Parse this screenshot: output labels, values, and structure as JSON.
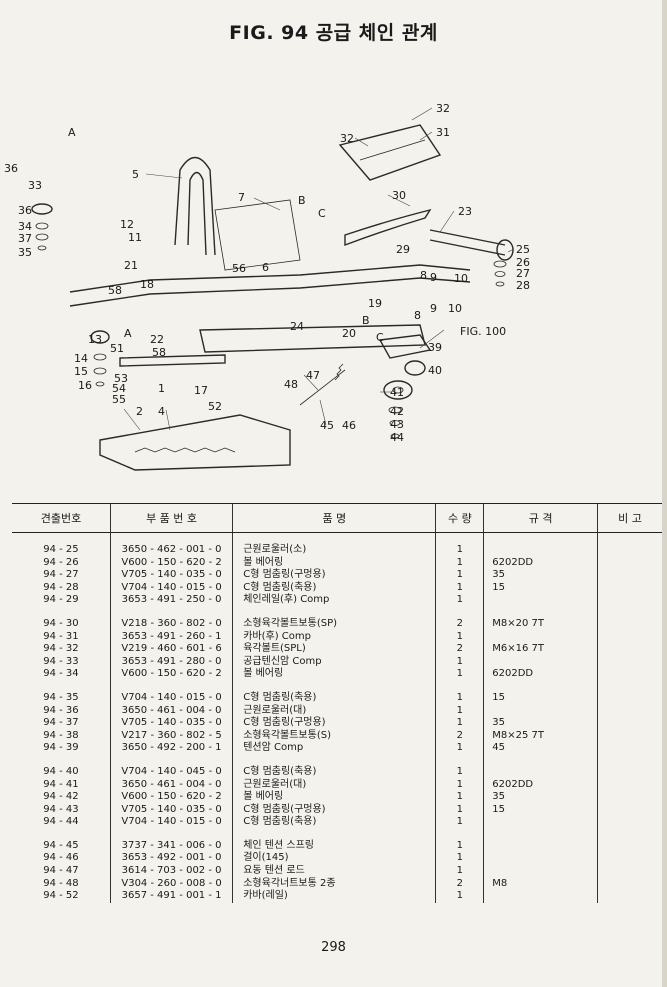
{
  "title": "FIG. 94 공급 체인 관계",
  "page_number": "298",
  "callout_labels": [
    "32",
    "31",
    "32",
    "5",
    "A",
    "36",
    "33",
    "36",
    "34",
    "37",
    "35",
    "7",
    "B",
    "C",
    "30",
    "23",
    "12",
    "11",
    "29",
    "25",
    "26",
    "27",
    "28",
    "21",
    "56",
    "6",
    "8",
    "9",
    "10",
    "58",
    "18",
    "19",
    "10",
    "8",
    "9",
    "13",
    "A",
    "22",
    "20",
    "24",
    "B",
    "C",
    "FIG. 100",
    "39",
    "14",
    "15",
    "16",
    "53",
    "51",
    "54",
    "55",
    "58",
    "1",
    "17",
    "52",
    "47",
    "48",
    "40",
    "41",
    "42",
    "43",
    "44",
    "45",
    "46",
    "2",
    "4"
  ],
  "table": {
    "headers": [
      "견출번호",
      "부 품 번 호",
      "품 명",
      "수 량",
      "규 격",
      "비 고"
    ],
    "groups": [
      [
        {
          "no": "94 - 25",
          "part": "3650 - 462 - 001 - 0",
          "name": "근원로울러(소)",
          "qty": "1",
          "spec": ""
        },
        {
          "no": "94 - 26",
          "part": "V600 - 150 - 620 - 2",
          "name": "볼 베어링",
          "qty": "1",
          "spec": "6202DD"
        },
        {
          "no": "94 - 27",
          "part": "V705 - 140 - 035 - 0",
          "name": "C형 멈춤링(구멍용)",
          "qty": "1",
          "spec": "35"
        },
        {
          "no": "94 - 28",
          "part": "V704 - 140 - 015 - 0",
          "name": "C형 멈춤링(축용)",
          "qty": "1",
          "spec": "15"
        },
        {
          "no": "94 - 29",
          "part": "3653 - 491 - 250 - 0",
          "name": "체인레일(후) Comp",
          "qty": "1",
          "spec": ""
        }
      ],
      [
        {
          "no": "94 - 30",
          "part": "V218 - 360 - 802 - 0",
          "name": "소형육각볼트보통(SP)",
          "qty": "2",
          "spec": "M8×20 7T"
        },
        {
          "no": "94 - 31",
          "part": "3653 - 491 - 260 - 1",
          "name": "카바(후) Comp",
          "qty": "1",
          "spec": ""
        },
        {
          "no": "94 - 32",
          "part": "V219 - 460 - 601 - 6",
          "name": "육각볼트(SPL)",
          "qty": "2",
          "spec": "M6×16 7T"
        },
        {
          "no": "94 - 33",
          "part": "3653 - 491 - 280 - 0",
          "name": "공급텐신암 Comp",
          "qty": "1",
          "spec": ""
        },
        {
          "no": "94 - 34",
          "part": "V600 - 150 - 620 - 2",
          "name": "볼 베어링",
          "qty": "1",
          "spec": "6202DD"
        }
      ],
      [
        {
          "no": "94 - 35",
          "part": "V704 - 140 - 015 - 0",
          "name": "C형 멈춤링(축용)",
          "qty": "1",
          "spec": "15"
        },
        {
          "no": "94 - 36",
          "part": "3650 - 461 - 004 - 0",
          "name": "근원로울러(대)",
          "qty": "1",
          "spec": ""
        },
        {
          "no": "94 - 37",
          "part": "V705 - 140 - 035 - 0",
          "name": "C형 멈춤링(구멍용)",
          "qty": "1",
          "spec": "35"
        },
        {
          "no": "94 - 38",
          "part": "V217 - 360 - 802 - 5",
          "name": "소형육각볼트보통(S)",
          "qty": "2",
          "spec": "M8×25 7T"
        },
        {
          "no": "94 - 39",
          "part": "3650 - 492 - 200 - 1",
          "name": "텐션암 Comp",
          "qty": "1",
          "spec": "45"
        }
      ],
      [
        {
          "no": "94 - 40",
          "part": "V704 - 140 - 045 - 0",
          "name": "C형 멈춤링(축용)",
          "qty": "1",
          "spec": ""
        },
        {
          "no": "94 - 41",
          "part": "3650 - 461 - 004 - 0",
          "name": "근원로울러(대)",
          "qty": "1",
          "spec": "6202DD"
        },
        {
          "no": "94 - 42",
          "part": "V600 - 150 - 620 - 2",
          "name": "볼 베어링",
          "qty": "1",
          "spec": "35"
        },
        {
          "no": "94 - 43",
          "part": "V705 - 140 - 035 - 0",
          "name": "C형 멈춤링(구멍용)",
          "qty": "1",
          "spec": "15"
        },
        {
          "no": "94 - 44",
          "part": "V704 - 140 - 015 - 0",
          "name": "C형 멈춤링(축용)",
          "qty": "1",
          "spec": ""
        }
      ],
      [
        {
          "no": "94 - 45",
          "part": "3737 - 341 - 006 - 0",
          "name": "체인 텐션 스프링",
          "qty": "1",
          "spec": ""
        },
        {
          "no": "94 - 46",
          "part": "3653 - 492 - 001 - 0",
          "name": "걸이(145)",
          "qty": "1",
          "spec": ""
        },
        {
          "no": "94 - 47",
          "part": "3614 - 703 - 002 - 0",
          "name": "요동 텐션 로드",
          "qty": "1",
          "spec": ""
        },
        {
          "no": "94 - 48",
          "part": "V304 - 260 - 008 - 0",
          "name": "소형육각너트보통 2종",
          "qty": "2",
          "spec": "M8"
        },
        {
          "no": "94 - 52",
          "part": "3657 - 491 - 001 - 1",
          "name": "카바(레일)",
          "qty": "1",
          "spec": ""
        }
      ]
    ]
  }
}
